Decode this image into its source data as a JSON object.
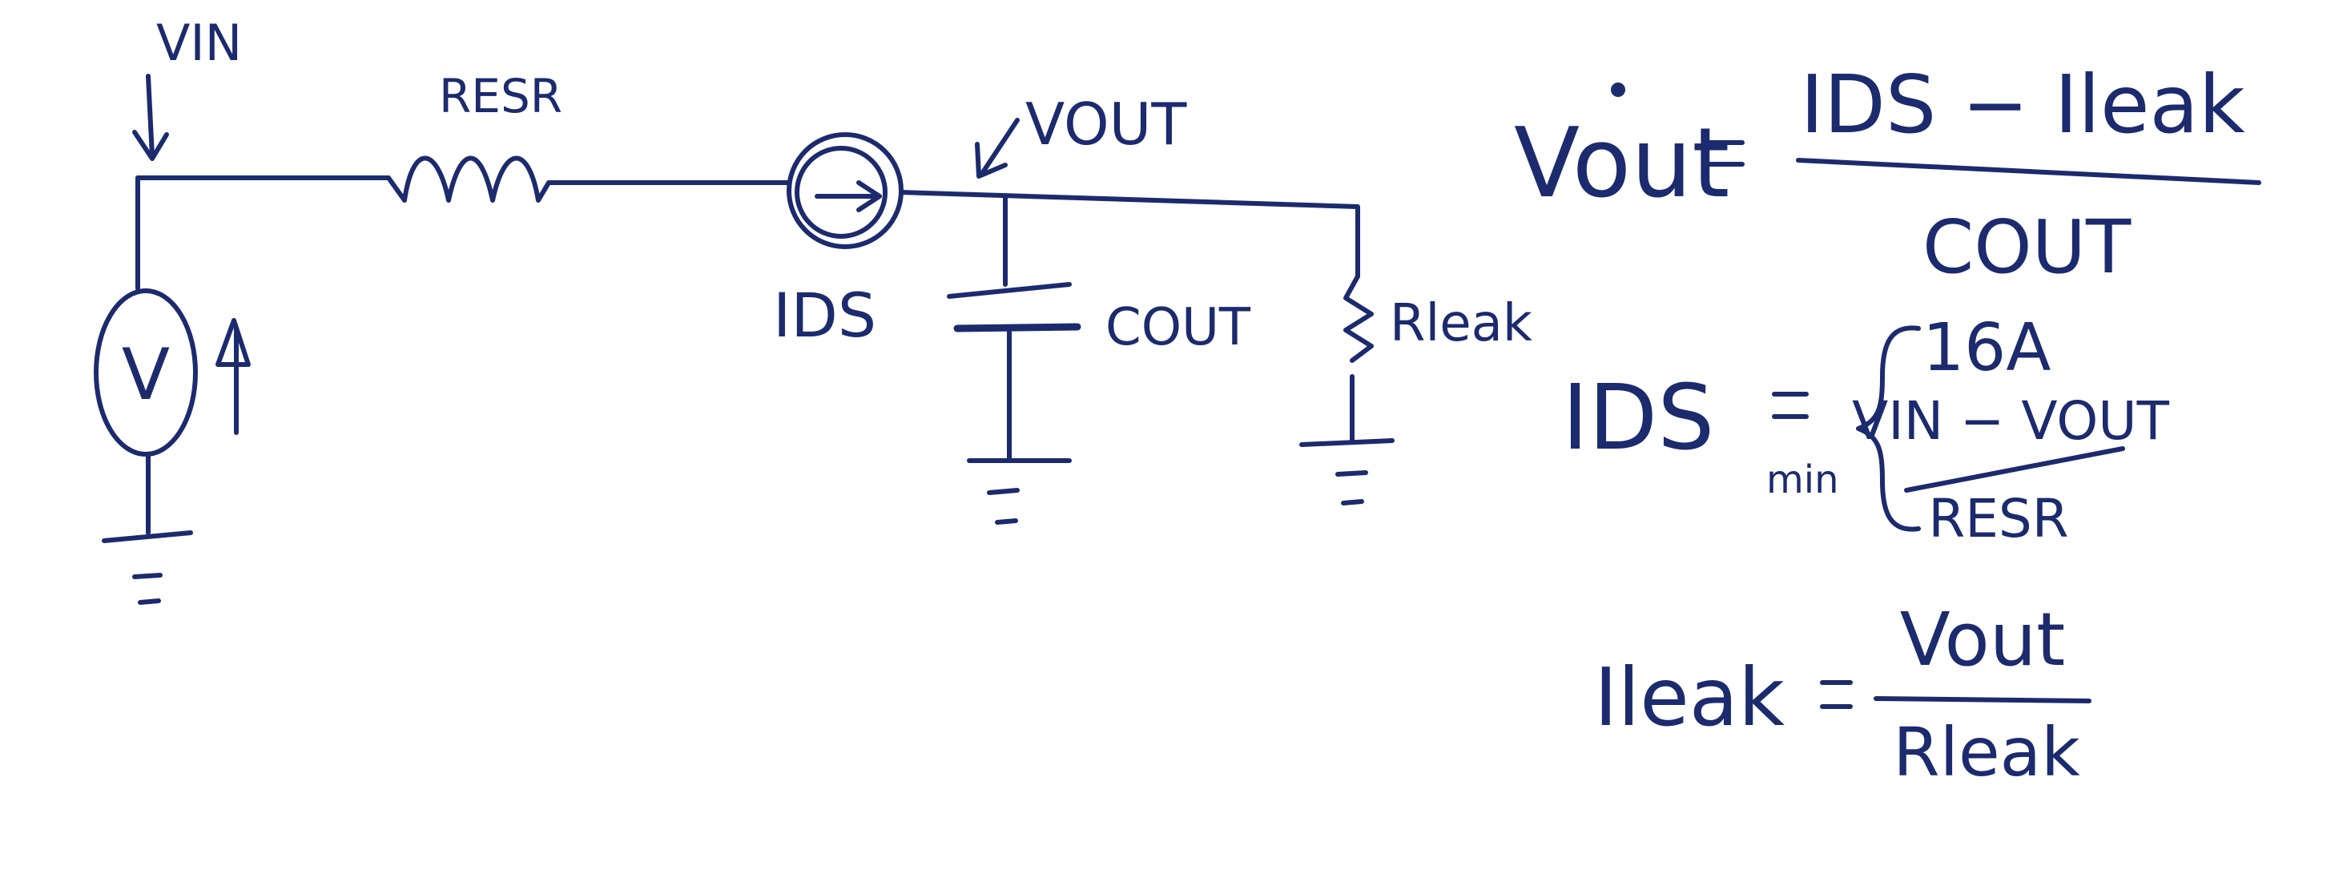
{
  "ink_color": "#1c2a6e",
  "paper_color": "#ffffff",
  "circuit": {
    "vin_label": "VIN",
    "resistor_esr_label": "RESR",
    "vout_label": "VOUT",
    "current_source_label": "IDS",
    "capacitor_label": "COUT",
    "leak_resistor_label": "Rleak",
    "voltage_source_symbol": "V"
  },
  "equations": {
    "vout_dot": {
      "lhs": "Vout",
      "numerator": "IDS − Ileak",
      "denominator": "COUT"
    },
    "ids": {
      "lhs": "IDS",
      "operator": "min",
      "option_1": "16A",
      "option_2_numerator": "VIN − VOUT",
      "option_2_denominator": "RESR"
    },
    "ileak": {
      "lhs": "Ileak",
      "numerator": "Vout",
      "denominator": "Rleak"
    }
  }
}
